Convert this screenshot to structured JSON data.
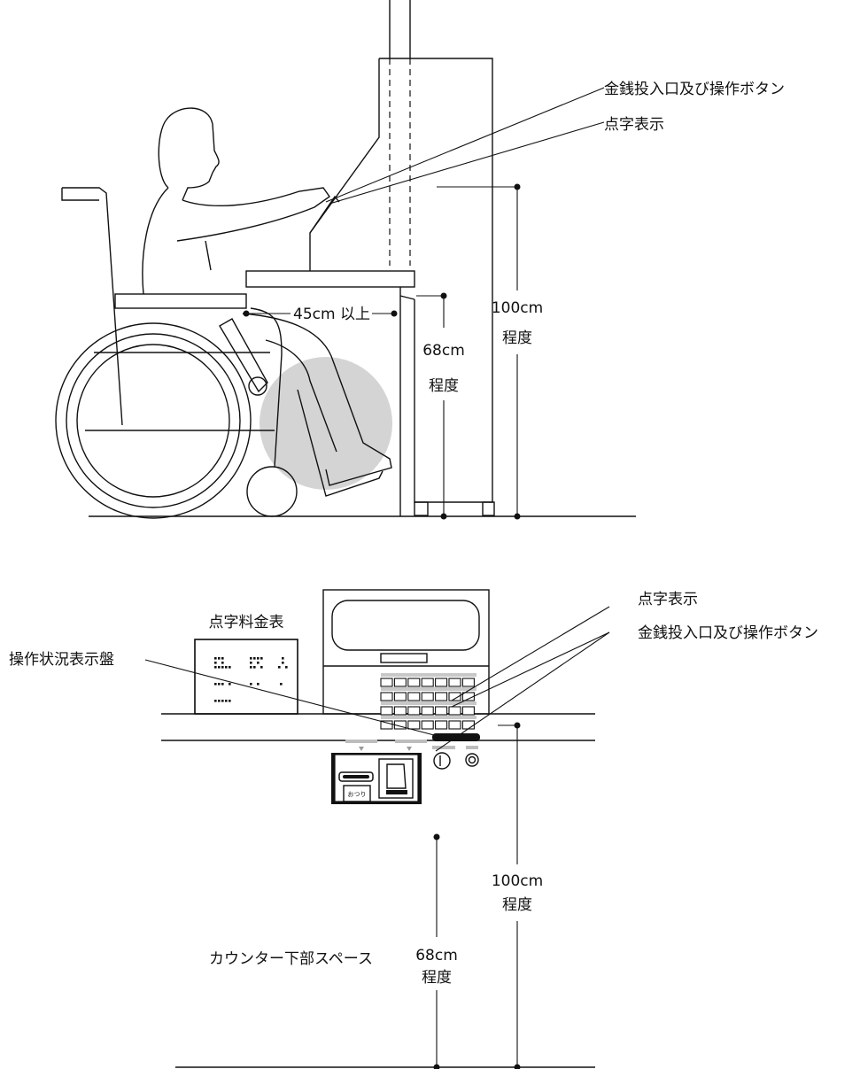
{
  "side_view": {
    "label_coin_slot_buttons": "金銭投入口及び操作ボタン",
    "label_braille": "点字表示",
    "label_knee_depth": "45cm 以上",
    "label_counter_height_value": "68cm",
    "label_counter_height_unit": "程度",
    "label_machine_height_value": "100cm",
    "label_machine_height_unit": "程度"
  },
  "front_view": {
    "label_braille": "点字表示",
    "label_coin_slot_buttons": "金銭投入口及び操作ボタン",
    "label_braille_fare_table": "点字料金表",
    "label_status_panel": "操作状況表示盤",
    "label_change_tray": "おつり",
    "label_counter_space": "カウンター下部スペース",
    "label_machine_height_value": "100cm",
    "label_machine_height_unit": "程度",
    "label_counter_height_value": "68cm",
    "label_counter_height_unit": "程度"
  }
}
